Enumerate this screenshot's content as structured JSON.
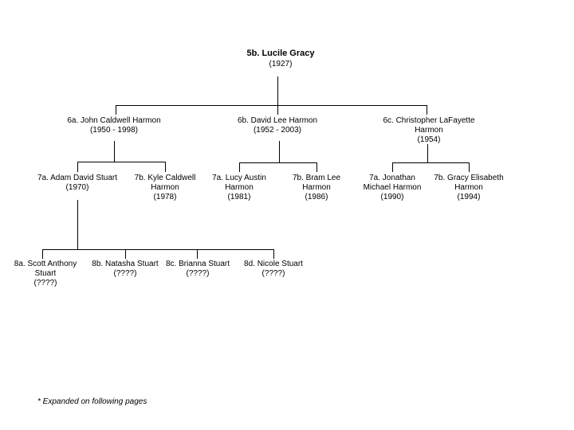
{
  "tree": {
    "root": {
      "name": "5b. Lucile Gracy",
      "years": "(1927)"
    },
    "generation2": [
      {
        "line1": "6a. John Caldwell Harmon",
        "line2": "(1950 - 1998)"
      },
      {
        "line1": "6b. David Lee Harmon",
        "line2": "(1952 - 2003)"
      },
      {
        "line1": "6c. Christopher LaFayette",
        "line2": "Harmon",
        "line3": "(1954)"
      }
    ],
    "generation3": [
      {
        "line1": "7a. Adam David Stuart",
        "line2": "(1970)"
      },
      {
        "line1": "7b. Kyle Caldwell",
        "line2": "Harmon",
        "line3": "(1978)"
      },
      {
        "line1": "7a. Lucy Austin",
        "line2": "Harmon",
        "line3": "(1981)"
      },
      {
        "line1": "7b. Bram Lee",
        "line2": "Harmon",
        "line3": "(1986)"
      },
      {
        "line1": "7a. Jonathan",
        "line2": "Michael Harmon",
        "line3": "(1990)"
      },
      {
        "line1": "7b. Gracy Elisabeth",
        "line2": "Harmon",
        "line3": "(1994)"
      }
    ],
    "generation4": [
      {
        "line1": "8a. Scott Anthony",
        "line2": "Stuart",
        "line3": "(????)"
      },
      {
        "line1": "8b. Natasha Stuart",
        "line2": "(????)"
      },
      {
        "line1": "8c. Brianna Stuart",
        "line2": "(????)"
      },
      {
        "line1": "8d. Nicole Stuart",
        "line2": "(????)"
      }
    ],
    "footnote": "* Expanded on following pages"
  },
  "colors": {
    "background": "#ffffff",
    "line": "#000000",
    "text": "#000000"
  }
}
